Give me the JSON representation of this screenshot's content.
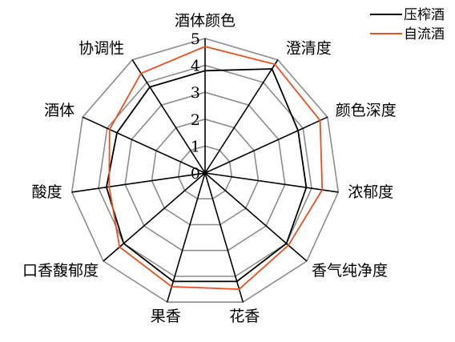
{
  "chart_data": {
    "type": "radar",
    "title": "",
    "categories": [
      "酒体颜色",
      "澄清度",
      "颜色深度",
      "浓郁度",
      "香气纯净度",
      "花香",
      "果香",
      "口香馥郁度",
      "酸度",
      "酒体",
      "协调性"
    ],
    "ticks": [
      "0",
      "1",
      "2",
      "3",
      "4",
      "5"
    ],
    "rlim": [
      0,
      5
    ],
    "grid": true,
    "legend_position": "top-right",
    "series": [
      {
        "name": "压榨酒",
        "color": "#000000",
        "values": [
          3.8,
          4.6,
          3.8,
          3.8,
          4.0,
          4.2,
          4.2,
          4.0,
          3.7,
          3.6,
          3.8
        ]
      },
      {
        "name": "自流酒",
        "color": "#e8501f",
        "values": [
          4.7,
          4.8,
          4.7,
          4.4,
          4.1,
          4.5,
          4.4,
          4.2,
          3.6,
          3.9,
          4.4
        ]
      }
    ]
  }
}
